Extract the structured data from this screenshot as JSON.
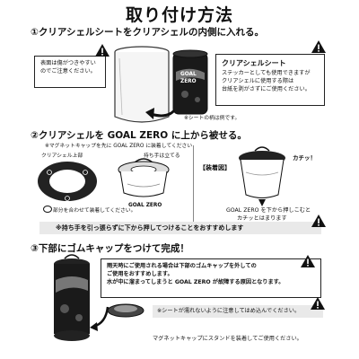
{
  "title": "取り付け方法",
  "step1": {
    "heading": "①クリアシェルシートをクリアシェルの内側に入れる。",
    "caution": [
      "表面は傷がつきやすい",
      "のでご注意ください。"
    ],
    "note_title": "クリアシェルシート",
    "note_lines": [
      "ステッカーとしても使用できますが",
      "クリアシェルに使用する際は",
      "台紙を剥がさずにご使用ください。"
    ],
    "sheet_example": "※シートの柄は例です。",
    "shell_text": [
      "GOAL",
      "ZERO"
    ]
  },
  "step2": {
    "heading": "②クリアシェルを GOAL ZERO に上から被せる。",
    "magnet_note": "※マグネットキャップを先に GOAL ZERO に装着してください",
    "shell_top": "クリアシェル上部",
    "handle_label": "持ち手は立てる",
    "goal_zero": "GOAL ZERO",
    "align_note": "部分を合わせて装着してください。",
    "installed_label": "【装着図】",
    "click": "カチッ！",
    "install_note": [
      "GOAL ZERO を下から押しこむと",
      "カチッとはまります"
    ],
    "bar_text": "※持ち手を引っ張らずに下から押してつけることをおすすめします"
  },
  "step3": {
    "heading": "③下部にゴムキャップをつけて完成！",
    "note_lines": [
      "雨天時にご使用される場合は下部のゴムキャップを外しての",
      "ご使用をおすすめします。",
      "水が中に溜まってしまうと GOAL ZERO が故障する原因となります。"
    ],
    "bar_text": "※シートが濡れないように注意してはめ込んでください。",
    "footer": "マグネットキャップにスタンドを装着してご使用ください。"
  },
  "icons": {
    "warning": "warning-triangle-icon",
    "accent": "#111111",
    "bar": "#e9e9e9"
  }
}
